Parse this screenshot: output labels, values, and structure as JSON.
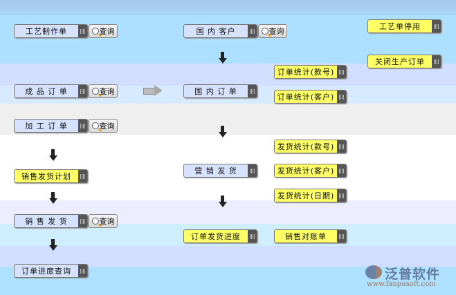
{
  "left_column": [
    {
      "label": "工艺制作单",
      "query": "查询"
    },
    {
      "label": "成 品 订 单",
      "query": "查询"
    },
    {
      "label": "加 工 订 单",
      "query": "查询"
    },
    {
      "label": "销售发货计划"
    },
    {
      "label": "销 售 发 货",
      "query": "查询"
    },
    {
      "label": "订单进度查询"
    }
  ],
  "middle_column": [
    {
      "label": "国 内 客户",
      "query": "查询"
    },
    {
      "label": "国 内 订 单"
    },
    {
      "label": "营 销 发 货"
    },
    {
      "label": "订单发货进度"
    }
  ],
  "right_column": [
    {
      "label": "订单统计(款号)"
    },
    {
      "label": "订单统计(客户)"
    },
    {
      "label": "发货统计(款号)"
    },
    {
      "label": "发货统计(客户)"
    },
    {
      "label": "发货统计(日期)"
    },
    {
      "label": "销售对账单"
    }
  ],
  "far_right": [
    {
      "label": "工艺单停用"
    },
    {
      "label": "关闭生产订单"
    }
  ],
  "logo": {
    "name": "泛普软件",
    "url": "www.fanpusoft.com"
  }
}
